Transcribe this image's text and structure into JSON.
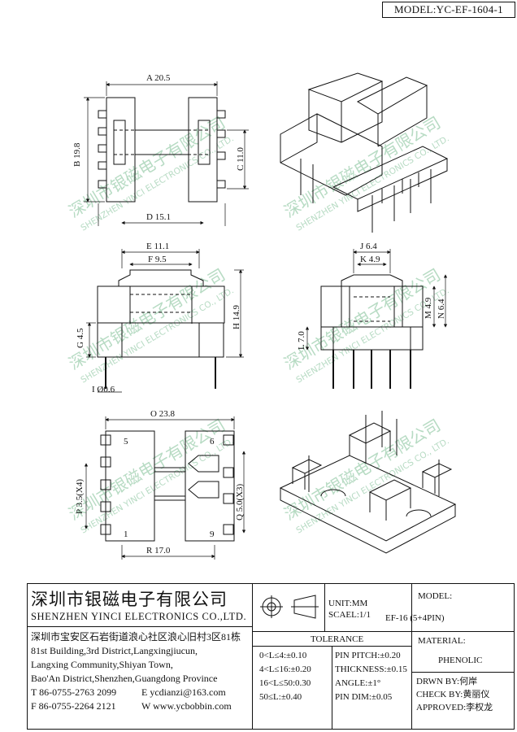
{
  "header": {
    "model_code": "MODEL:YC-EF-1604-1"
  },
  "dimensions": {
    "a": "A 20.5",
    "b": "B 19.8",
    "c": "C 11.0",
    "d": "D 15.1",
    "e": "E 11.1",
    "f": "F 9.5",
    "g": "G 4.5",
    "h": "H 14.9",
    "i": "I Ø0.6",
    "j": "J 6.4",
    "k": "K 4.9",
    "m": "M 4.9",
    "n": "N 6.4",
    "l": "L 7.0",
    "o": "O 23.8",
    "p": "P 3.5(X4)",
    "q": "Q 5.0(X3)",
    "r": "R 17.0"
  },
  "pins": [
    "5",
    "6",
    "1",
    "9"
  ],
  "watermark": {
    "cn": "深圳市银磁电子有限公司",
    "en": "SHENZHEN YINCI ELECTRONICS CO., LTD."
  },
  "company": {
    "name_cn": "深圳市银磁电子有限公司",
    "name_en": "SHENZHEN YINCI ELECTRONICS CO.,LTD.",
    "address_cn": "深圳市宝安区石岩街道浪心社区浪心旧村3区81栋",
    "address_en": [
      "81st Building,3rd District,Langxingjiucun,",
      "Langxing Community,Shiyan Town,",
      "Bao'An District,Shenzhen,Guangdong Province"
    ],
    "phone": "T 86-0755-2763 2099",
    "email": "E ycdianzi@163.com",
    "fax": "F 86-0755-2264 2121",
    "web": "W www.ycbobbin.com"
  },
  "scale": {
    "unit": "UNIT:MM",
    "scale": "SCAEL:1/1"
  },
  "tolerance": {
    "title": "TOLERANCE",
    "left": [
      "0<L≤4:±0.10",
      "4<L≤16:±0.20",
      "16<L≤50:0.30",
      "50≤L:±0.40"
    ],
    "right": [
      "PIN PITCH:±0.20",
      "THICKNESS:±0.15",
      "ANGLE:±1°",
      "PIN DIM:±0.05"
    ]
  },
  "model": {
    "label": "MODEL:",
    "value": "EF-16 (5+4PIN)"
  },
  "material": {
    "label": "MATERIAL:",
    "value": "PHENOLIC"
  },
  "approvals": {
    "drawn": "DRWN BY:何岸",
    "check": "CHECK BY:黄丽仪",
    "approved": "APPROVED:李权龙"
  }
}
